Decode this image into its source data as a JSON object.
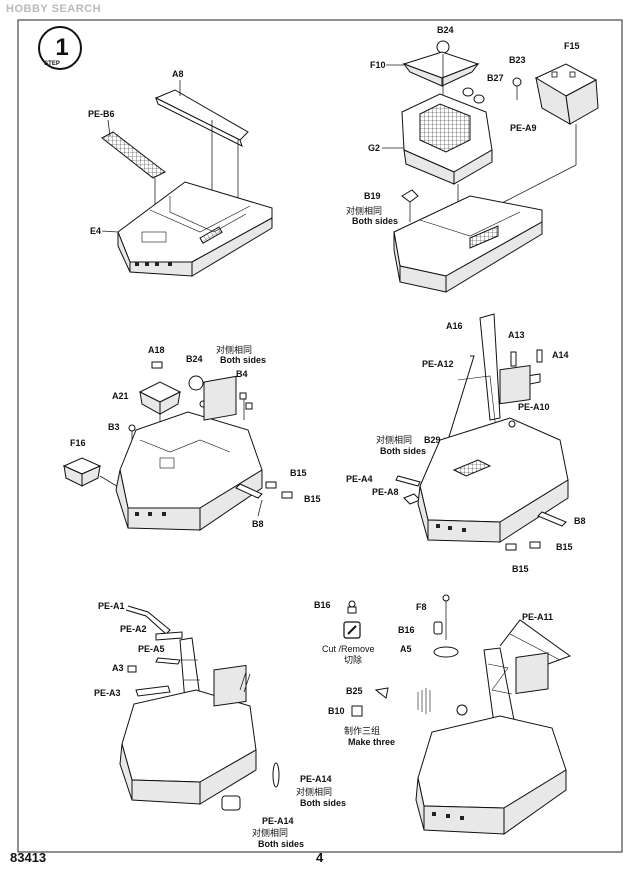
{
  "watermark": "HOBBY SEARCH",
  "step": {
    "number": "1",
    "label": "STEP"
  },
  "footer": {
    "product_code": "83413",
    "page_number": "4"
  },
  "notes": {
    "both_sides_cn": "对侧相同",
    "both_sides_en": "Both sides",
    "cut_remove_en": "Cut /Remove",
    "cut_remove_cn": "切除",
    "make_three_cn": "制作三组",
    "make_three_en": "Make three"
  },
  "parts": {
    "A8": "A8",
    "PE_B6": "PE-B6",
    "E4": "E4",
    "B24": "B24",
    "F10": "F10",
    "B27": "B27",
    "B23": "B23",
    "F15": "F15",
    "PE_A9": "PE-A9",
    "G2": "G2",
    "B19": "B19",
    "A18": "A18",
    "A21": "A21",
    "B3": "B3",
    "B4": "B4",
    "F16": "F16",
    "B15": "B15",
    "B8": "B8",
    "A16": "A16",
    "A13": "A13",
    "A14": "A14",
    "PE_A12": "PE-A12",
    "PE_A10": "PE-A10",
    "B29": "B29",
    "PE_A4": "PE-A4",
    "PE_A8": "PE-A8",
    "PE_A1": "PE-A1",
    "PE_A2": "PE-A2",
    "PE_A5": "PE-A5",
    "A3": "A3",
    "PE_A3": "PE-A3",
    "PE_A14": "PE-A14",
    "B16": "B16",
    "F8": "F8",
    "PE_A11": "PE-A11",
    "A5": "A5",
    "B25": "B25",
    "B10": "B10"
  }
}
